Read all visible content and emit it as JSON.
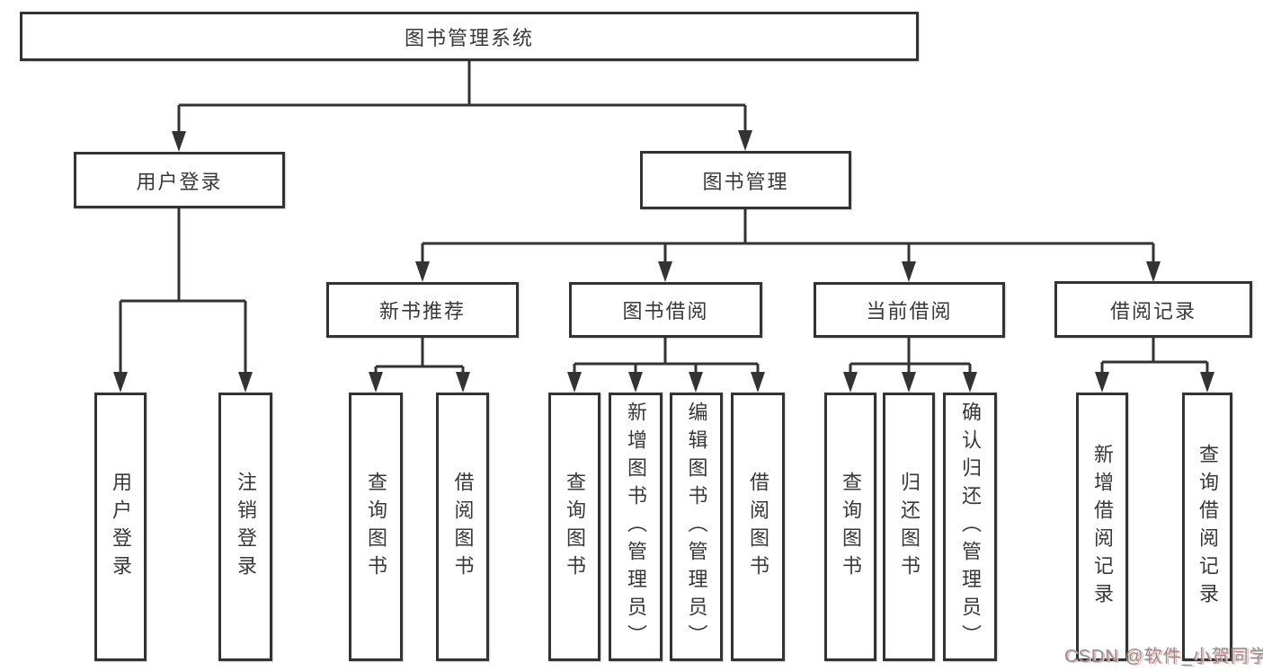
{
  "diagram": {
    "title": "图书管理系统",
    "tree": {
      "root": "图书管理系统",
      "children": [
        {
          "label": "用户登录",
          "children": [
            "用户登录",
            "注销登录"
          ]
        },
        {
          "label": "图书管理",
          "children": [
            {
              "label": "新书推荐",
              "children": [
                "查询图书",
                "借阅图书"
              ]
            },
            {
              "label": "图书借阅",
              "children": [
                "查询图书",
                "新增图书（管理员）",
                "编辑图书（管理员）",
                "借阅图书"
              ]
            },
            {
              "label": "当前借阅",
              "children": [
                "查询图书",
                "归还图书",
                "确认归还（管理员）"
              ]
            },
            {
              "label": "借阅记录",
              "children": [
                "新增借阅记录",
                "查询借阅记录"
              ]
            }
          ]
        }
      ]
    },
    "watermark": "CSDN @软件_小贺同学",
    "colors": {
      "background": "#ffffff",
      "line": "#333333",
      "box_border": "#333333",
      "text": "#383838",
      "watermark_text": "#919191",
      "watermark_shadow": "#f0b6b6"
    }
  }
}
